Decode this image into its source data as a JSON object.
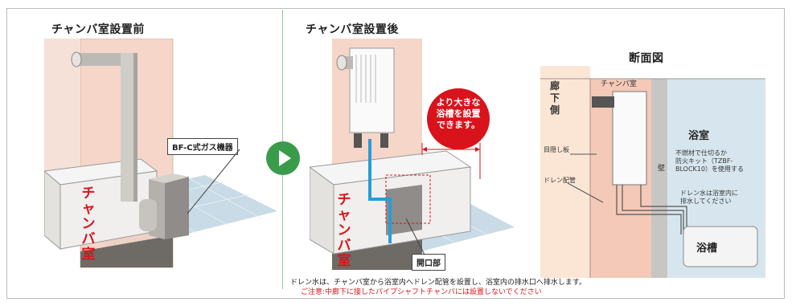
{
  "panels": {
    "before_title": "チャンバ室設置前",
    "after_title": "チャンバ室設置後",
    "section_title": "断面図"
  },
  "labels": {
    "gas_device": "BF-C式ガス機器",
    "opening": "開口部",
    "chamber_room_chars": [
      "チ",
      "ャ",
      "ン",
      "バ",
      "室"
    ],
    "bigger_tub": "より大きな浴槽を設置できます。",
    "bigger_tub_lines": [
      "より大きな",
      "浴槽を設置",
      "できます。"
    ]
  },
  "section": {
    "corridor_side_chars": [
      "廊",
      "下",
      "側"
    ],
    "chamber_room": "チャンバ室",
    "bathroom": "浴室",
    "blind_plate": "目隠し板",
    "wall": "壁",
    "drain_pipe": "ドレン配管",
    "fireproof_note_lines": [
      "不燃材で仕切るか",
      "防火キット（TZBF-",
      "BLOCK10）を使用する"
    ],
    "drain_note_lines": [
      "ドレン水は浴室内に",
      "排水してください"
    ],
    "bathtub": "浴槽"
  },
  "footer": {
    "main": "ドレン水は、チャンバ室から浴室内へドレン配管を設置し、浴室内の排水口へ排水します。",
    "caution": "ご注意:中廊下に接したパイプシャフトチャンバには設置しないでください"
  },
  "colors": {
    "accent_red": "#d8131b",
    "arrow_green": "#3a9c4a",
    "shaft_pink": "#f3cfc0",
    "floor_tile": "#c9dbe6",
    "divider_green": "#8fc79b"
  },
  "icons": {
    "next_arrow": "play-arrow-icon"
  }
}
